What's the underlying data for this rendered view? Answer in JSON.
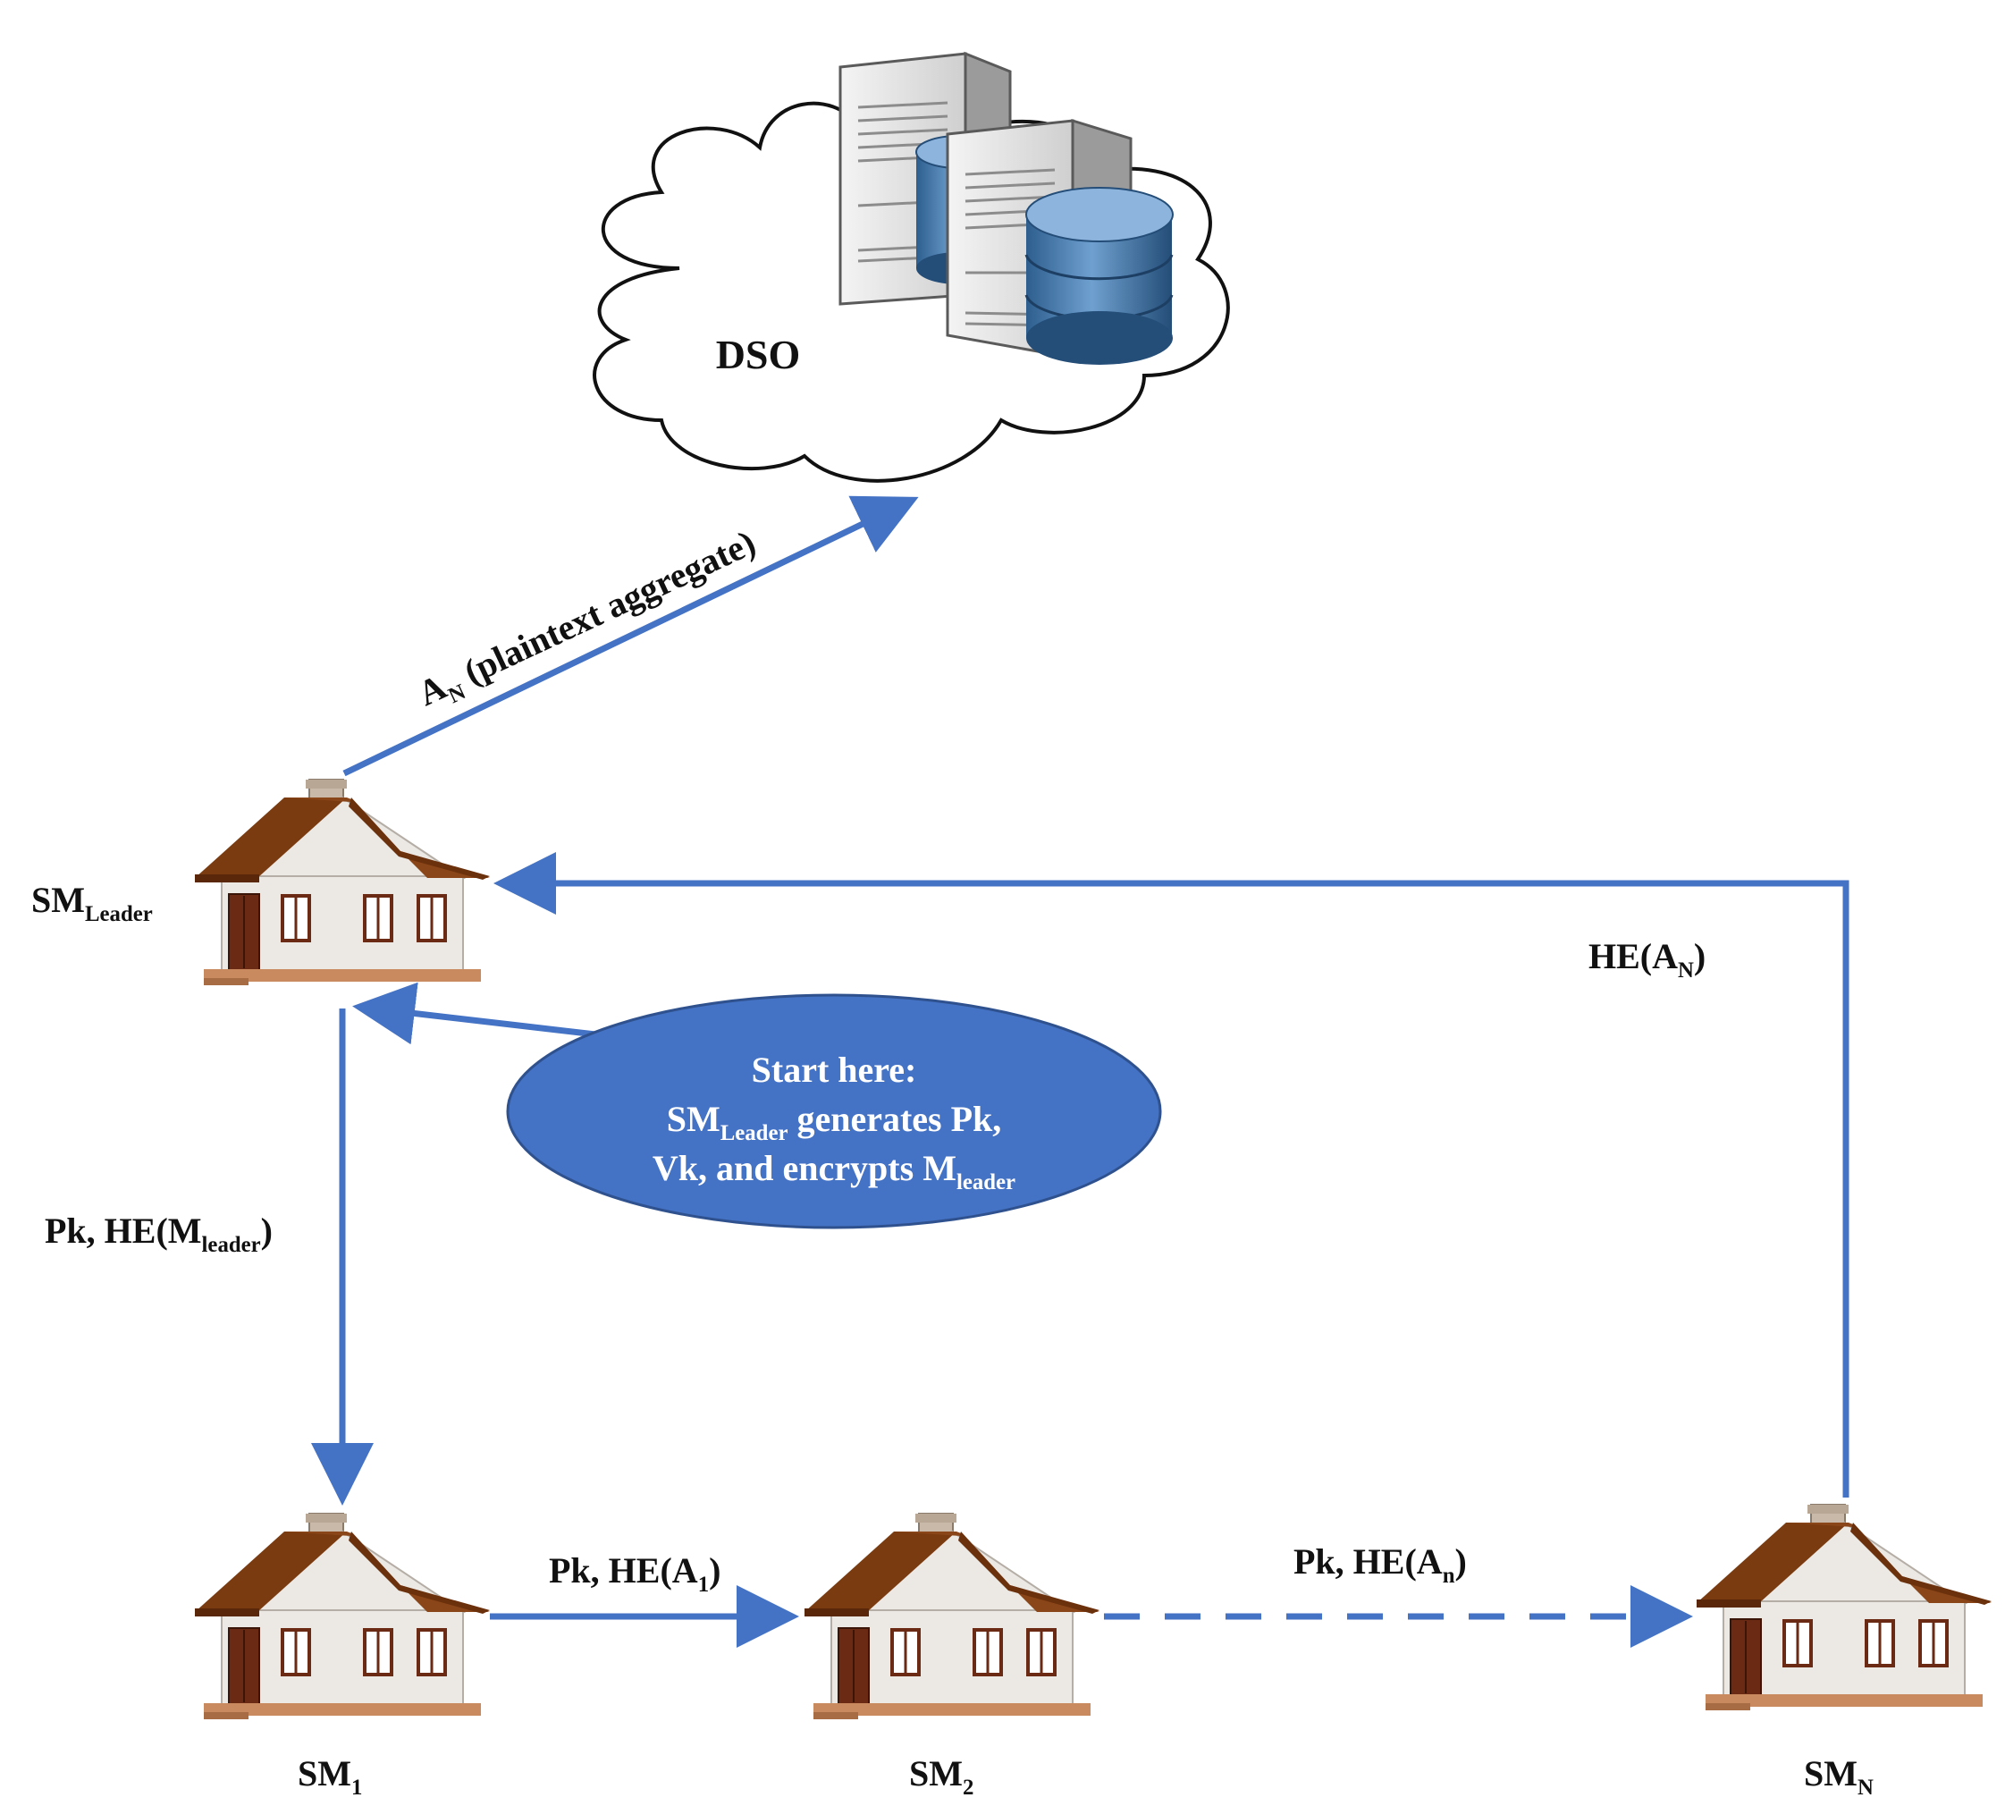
{
  "colors": {
    "arrow": "#4472c4",
    "ellipse_fill": "#4472c4",
    "ellipse_text": "#ffffff",
    "roof": "#7a3b10",
    "wall": "#ece9e5",
    "chimney": "#c9b9a8",
    "door": "#6b2a14",
    "base": "#c98a5f"
  },
  "icons": {
    "cloud": "cloud-icon",
    "server": "server-icon",
    "database": "database-icon",
    "house": "house-icon"
  },
  "dso": {
    "label": "DSO"
  },
  "nodes": {
    "leader": {
      "base": "SM",
      "sub": "Leader"
    },
    "sm1": {
      "base": "SM",
      "sub": "1"
    },
    "sm2": {
      "base": "SM",
      "sub": "2"
    },
    "smn": {
      "base": "SM",
      "sub": "N"
    }
  },
  "edges": {
    "to_dso": {
      "a": "A",
      "sub": "N",
      "rest": " (plaintext aggregate)"
    },
    "leader_to_sm1": {
      "pre": "Pk, HE(M",
      "sub": "leader",
      "post": ")"
    },
    "sm1_to_sm2": {
      "pre": "Pk, HE(A",
      "sub": "1",
      "post": ")"
    },
    "sm2_to_smn": {
      "pre": "Pk, HE(A",
      "sub": "n",
      "post": ")"
    },
    "smn_to_leader": {
      "pre": "HE(A",
      "sub": "N",
      "post": ")"
    }
  },
  "start_note": {
    "line1": "Start here:",
    "line2_pre": "SM",
    "line2_sub": "Leader",
    "line2_post": " generates Pk,",
    "line3_pre": "Vk, and encrypts M",
    "line3_sub": "leader"
  }
}
